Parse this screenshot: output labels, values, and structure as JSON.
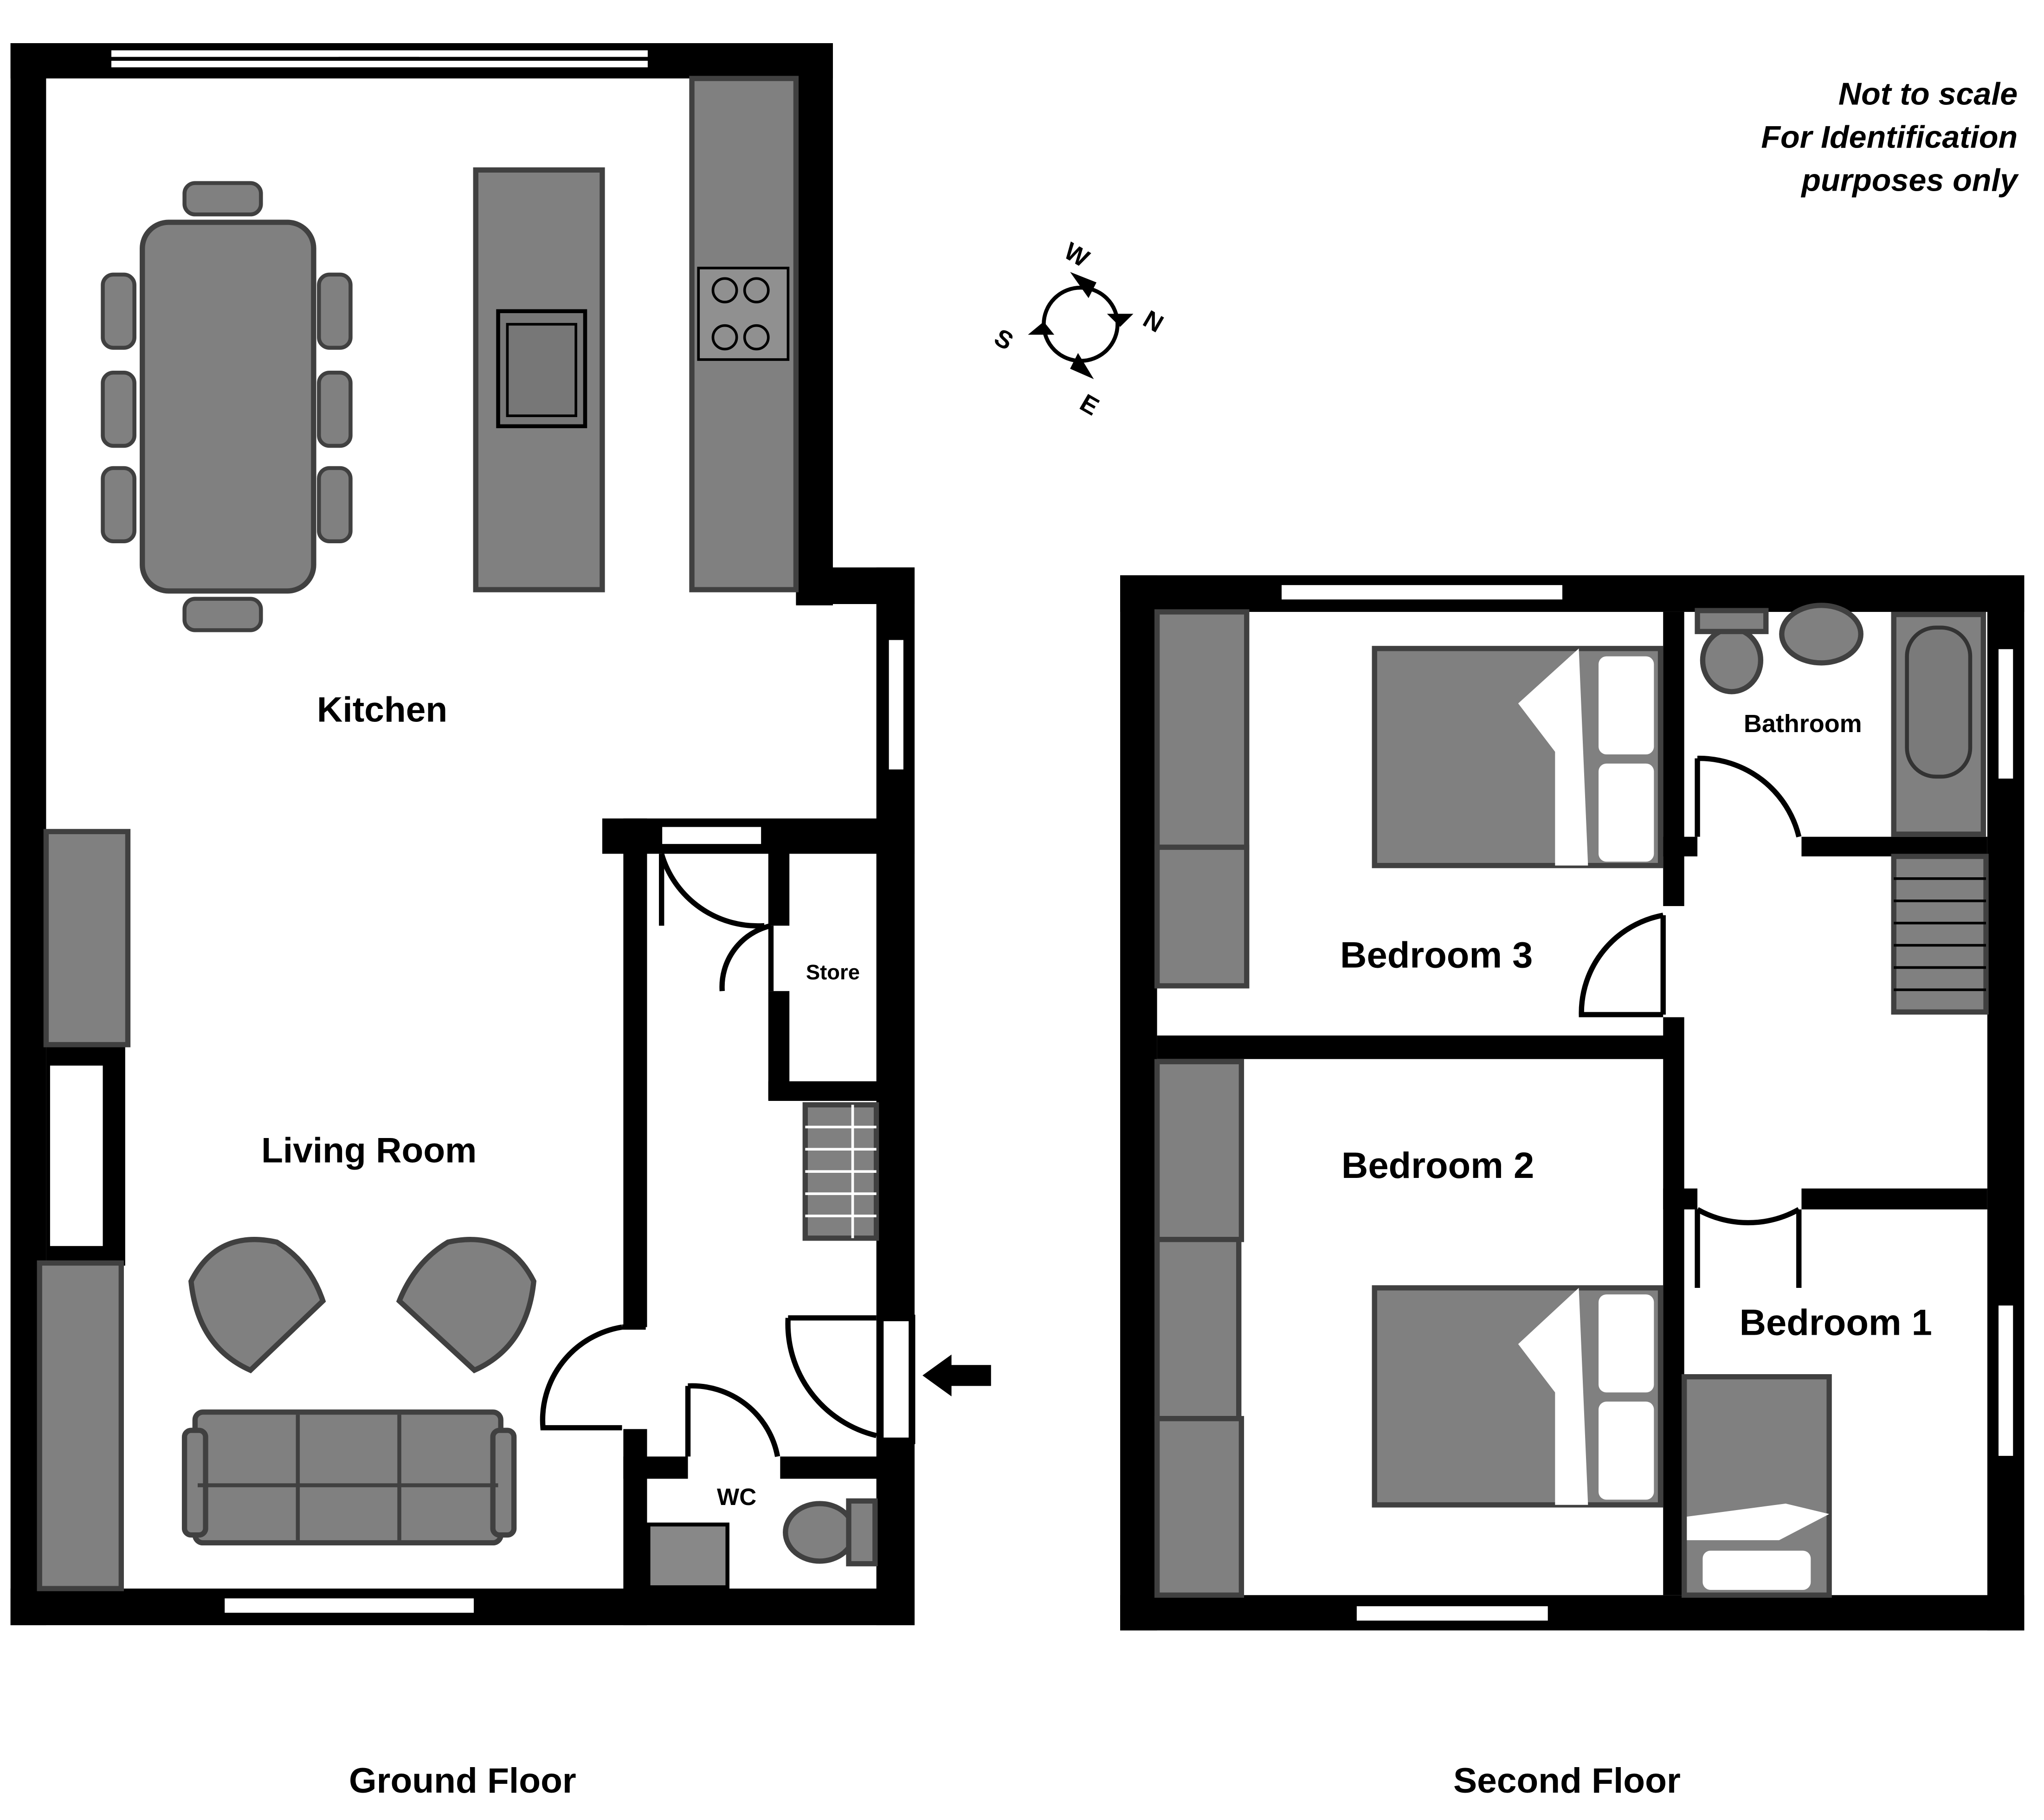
{
  "disclaimer": {
    "line1": "Not to scale",
    "line2": "For Identification",
    "line3": "purposes only"
  },
  "compass": {
    "n": "N",
    "s": "S",
    "e": "E",
    "w": "W"
  },
  "ground_floor": {
    "title": "Ground Floor",
    "rooms": {
      "kitchen": "Kitchen",
      "living_room": "Living Room",
      "store": "Store",
      "wc": "WC"
    }
  },
  "second_floor": {
    "title": "Second Floor",
    "rooms": {
      "bedroom1": "Bedroom 1",
      "bedroom2": "Bedroom 2",
      "bedroom3": "Bedroom 3",
      "bathroom": "Bathroom"
    }
  },
  "colors": {
    "wall": "#000000",
    "furniture": "#808080",
    "background": "#ffffff"
  },
  "icons": {
    "entrance": "entrance-arrow-icon",
    "compass": "compass-rose-icon"
  }
}
